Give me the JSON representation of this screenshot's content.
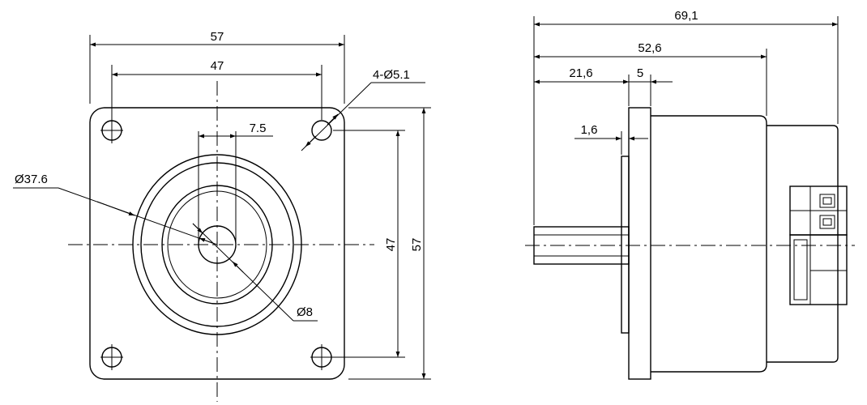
{
  "front_view": {
    "dims": {
      "outer_width": "57",
      "hole_spacing_horizontal": "47",
      "mounting_holes": "4-Ø5.1",
      "shaft_offset": "7.5",
      "boss_diameter": "Ø37.6",
      "shaft_diameter": "Ø8",
      "hole_spacing_vertical": "47",
      "outer_height": "57"
    }
  },
  "side_view": {
    "dims": {
      "overall_length": "69,1",
      "body_length": "52,6",
      "shaft_length": "21,6",
      "flange_thickness": "5",
      "pilot_thickness": "1,6"
    }
  }
}
